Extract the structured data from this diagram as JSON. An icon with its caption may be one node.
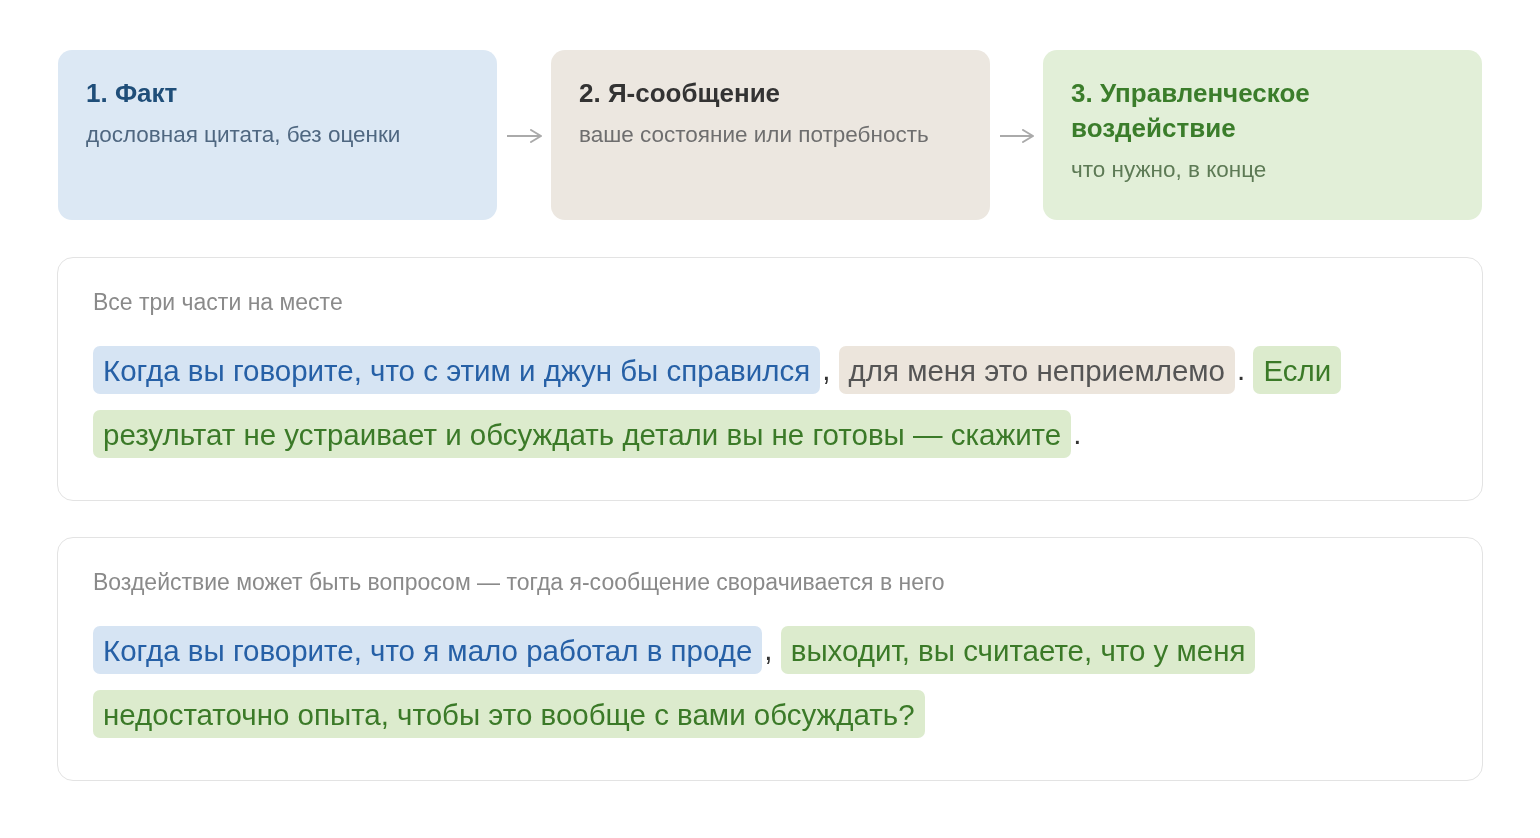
{
  "diagram": {
    "nodes": [
      {
        "text": [
          "1. Факт",
          "дословная цитата, без оценки"
        ]
      },
      {
        "text": [
          "2. Я-сообщение",
          "ваше состояние или потребность"
        ]
      },
      {
        "text": [
          "3. Управленческое воздействие",
          "что нужно, в конце"
        ]
      },
      {
        "text": [
          "Все три части на месте"
        ]
      },
      {
        "text": [
          "Когда вы говорите, что с этим и джун бы справился"
        ],
        "in": 3,
        "beside": [
          ","
        ]
      },
      {
        "text": [
          "для меня это неприемлемо"
        ],
        "in": 3,
        "beside": [
          "."
        ]
      },
      {
        "text": [
          "Если"
        ],
        "in": 3
      },
      {
        "text": [
          "результат не устраивает и обсуждать детали вы не готовы — скажите"
        ],
        "in": 3,
        "beside": [
          "."
        ]
      },
      {
        "text": [
          "Воздействие может быть вопросом — тогда я-сообщение сворачивается в него"
        ]
      },
      {
        "text": [
          "Когда вы говорите, что я мало работал в проде"
        ],
        "in": 8,
        "beside": [
          ","
        ]
      },
      {
        "text": [
          "выходит, вы считаете, что у меня"
        ],
        "in": 8
      },
      {
        "text": [
          "недостаточно опыта, чтобы это вообще с вами обсуждать?"
        ],
        "in": 8
      }
    ],
    "edges": [
      {
        "from": 0,
        "to": 1,
        "arrow": "to"
      },
      {
        "from": 1,
        "to": 2,
        "arrow": "to"
      }
    ]
  }
}
